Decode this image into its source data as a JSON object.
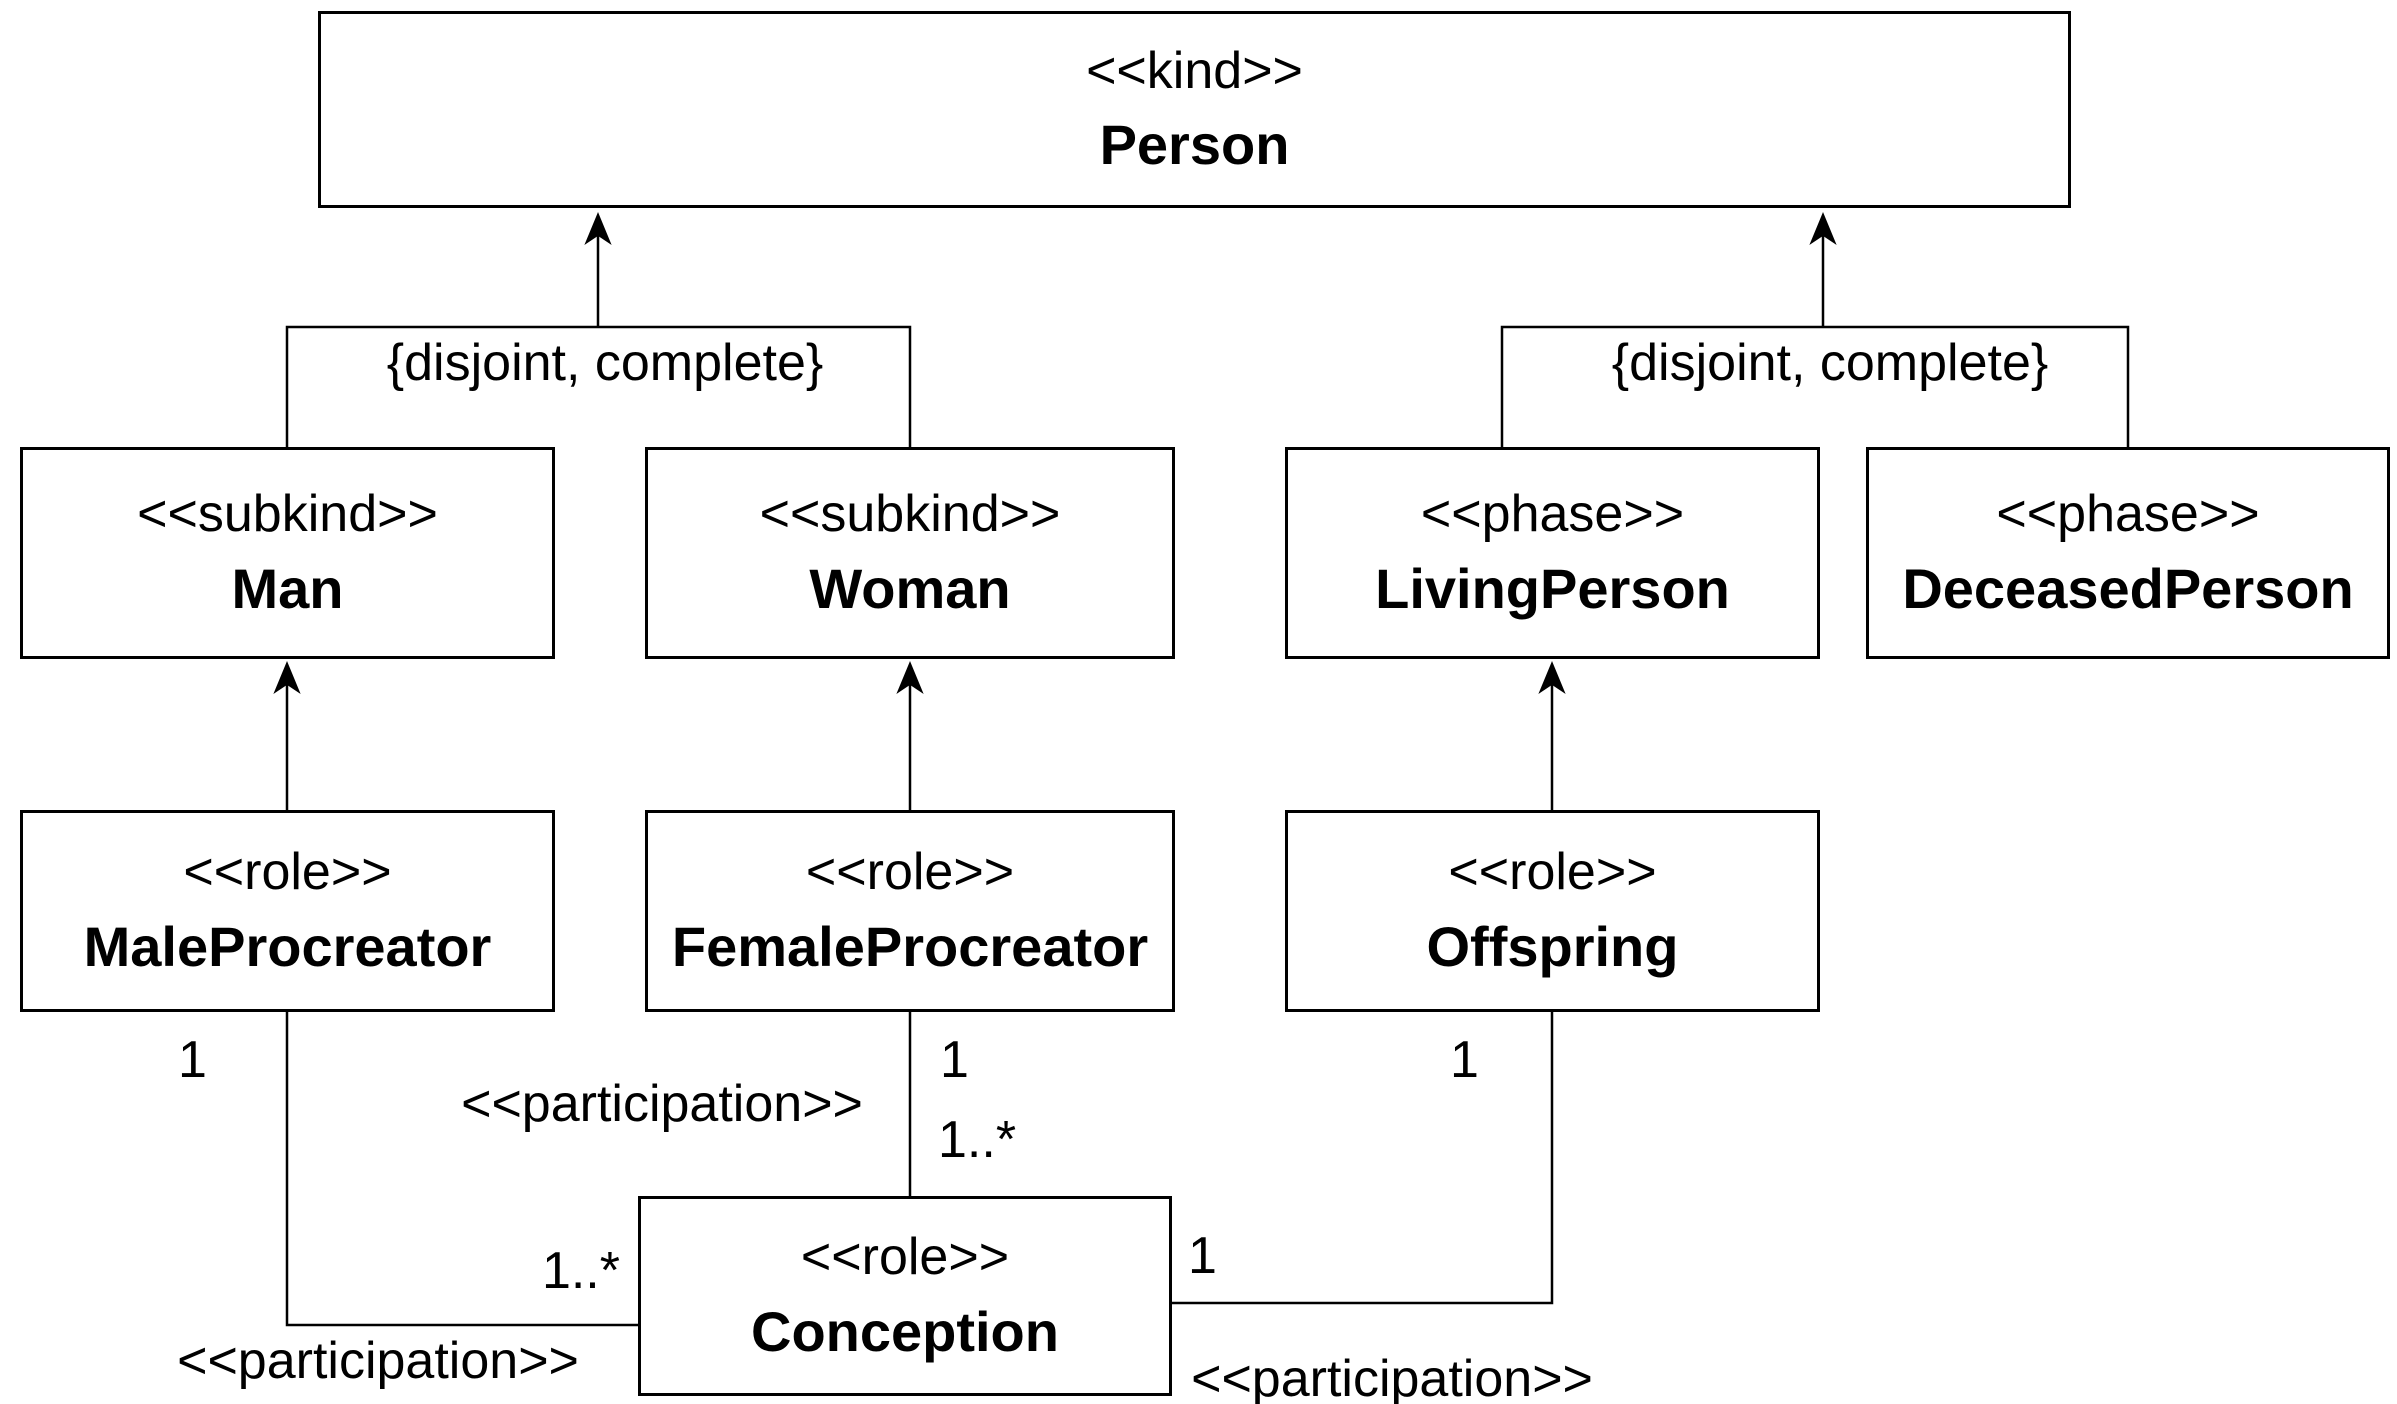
{
  "diagram": {
    "type": "ontouml-class-diagram",
    "background_color": "#ffffff",
    "stroke_color": "#000000",
    "text_color": "#000000",
    "classes": [
      {
        "id": "person",
        "stereotype": "<<kind>>",
        "name": "Person"
      },
      {
        "id": "man",
        "stereotype": "<<subkind>>",
        "name": "Man"
      },
      {
        "id": "woman",
        "stereotype": "<<subkind>>",
        "name": "Woman"
      },
      {
        "id": "living-person",
        "stereotype": "<<phase>>",
        "name": "LivingPerson"
      },
      {
        "id": "deceased-person",
        "stereotype": "<<phase>>",
        "name": "DeceasedPerson"
      },
      {
        "id": "male-procreator",
        "stereotype": "<<role>>",
        "name": "MaleProcreator"
      },
      {
        "id": "female-procreator",
        "stereotype": "<<role>>",
        "name": "FemaleProcreator"
      },
      {
        "id": "offspring",
        "stereotype": "<<role>>",
        "name": "Offspring"
      },
      {
        "id": "conception",
        "stereotype": "<<role>>",
        "name": "Conception"
      }
    ],
    "generalization_sets": [
      {
        "id": "genset-sex",
        "label": "{disjoint, complete}",
        "parent": "Person",
        "children": [
          "Man",
          "Woman"
        ]
      },
      {
        "id": "genset-life",
        "label": "{disjoint, complete}",
        "parent": "Person",
        "children": [
          "LivingPerson",
          "DeceasedPerson"
        ]
      }
    ],
    "generalizations": [
      {
        "from": "MaleProcreator",
        "to": "Man"
      },
      {
        "from": "FemaleProcreator",
        "to": "Woman"
      },
      {
        "from": "Offspring",
        "to": "LivingPerson"
      }
    ],
    "associations": [
      {
        "id": "male-conception",
        "stereotype": "<<participation>>",
        "from": "MaleProcreator",
        "to": "Conception",
        "from_multiplicity": "1",
        "to_multiplicity": "1..*"
      },
      {
        "id": "female-conception",
        "stereotype": "<<participation>>",
        "from": "FemaleProcreator",
        "to": "Conception",
        "from_multiplicity": "1",
        "to_multiplicity": "1..*"
      },
      {
        "id": "offspring-conception",
        "stereotype": "<<participation>>",
        "from": "Offspring",
        "to": "Conception",
        "from_multiplicity": "1",
        "to_multiplicity": "1"
      }
    ]
  }
}
